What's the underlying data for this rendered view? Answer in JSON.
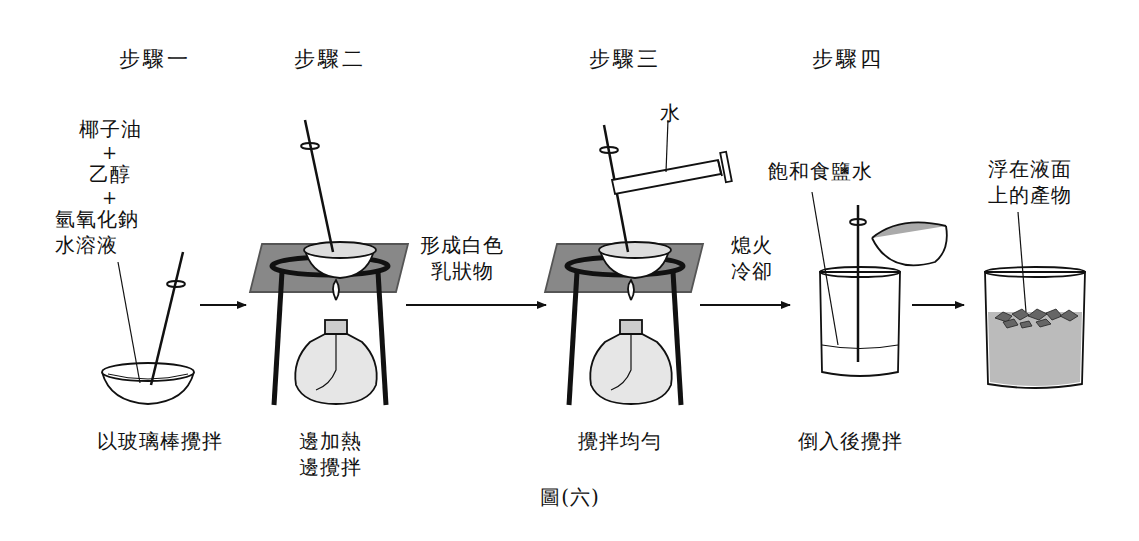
{
  "diagram": {
    "caption": "圖(六)",
    "labels": [
      "步驟一",
      "步驟二",
      "步驟三",
      "步驟四",
      "椰子油",
      "+",
      "乙醇",
      "+",
      "氫氧化鈉 水溶液",
      "以玻璃棒攪拌",
      "邊加熱 邊攪拌",
      "形成白色 乳狀物",
      "水",
      "攪拌均勻",
      "熄火 冷卻",
      "飽和食鹽水",
      "浮在液面 上的產物",
      "倒入後攪拌"
    ]
  }
}
